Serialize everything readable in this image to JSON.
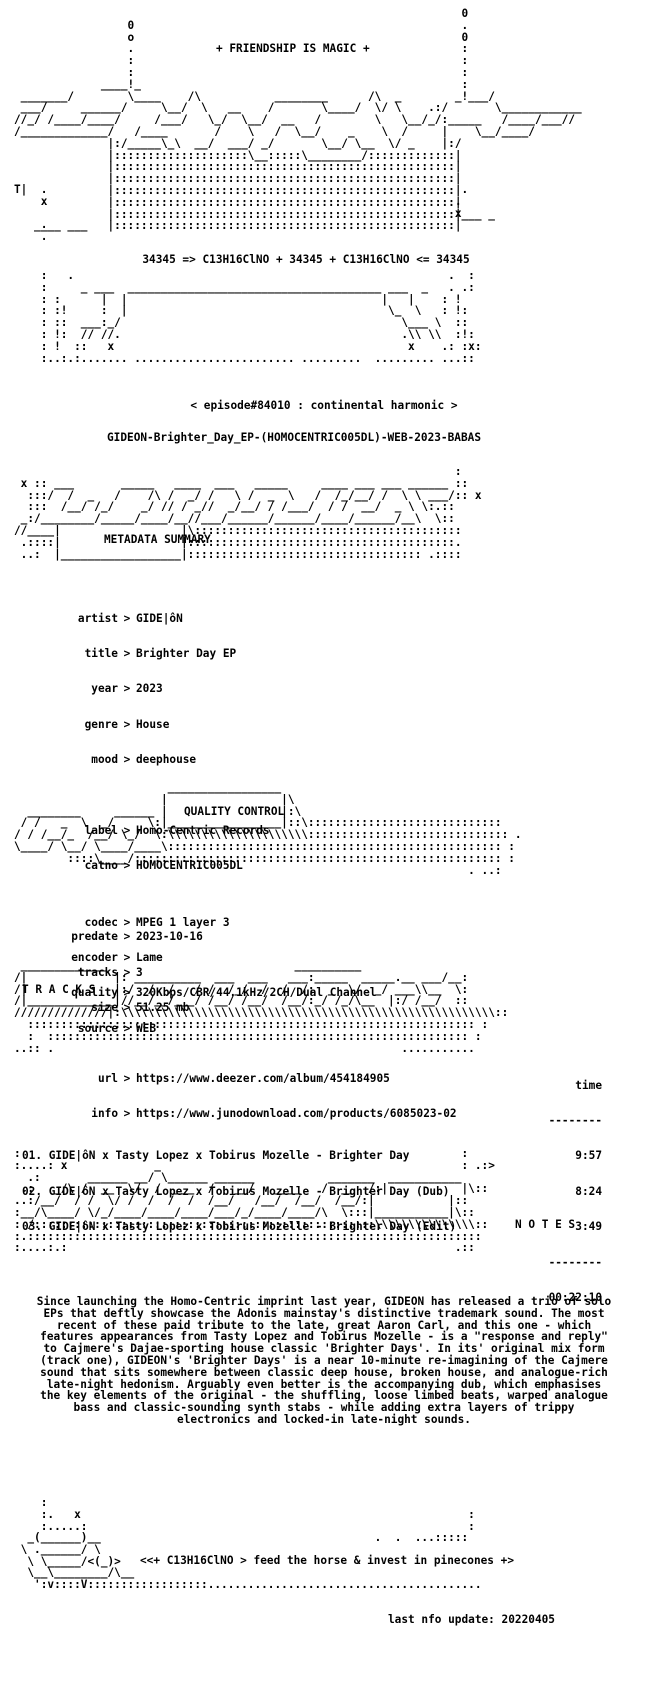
{
  "header": {
    "banner": "+ FRIENDSHIP IS MAGIC +",
    "formula": "34345 => C13H16ClNO + 34345 + C13H16ClNO <= 34345",
    "episode": "< episode#84010 : continental harmonic >",
    "release": "GIDEON-Brighter_Day_EP-(HOMOCENTRIC005DL)-WEB-2023-BABAS"
  },
  "sections": {
    "metadata": "METADATA SUMMARY",
    "quality": "QUALITY CONTROL",
    "tracks": "T R A C K S",
    "notes": "N O T E S"
  },
  "metadata": [
    {
      "key": "artist",
      "value": "GIDE|ôN"
    },
    {
      "key": "title",
      "value": "Brighter Day EP"
    },
    {
      "key": "year",
      "value": "2023"
    },
    {
      "key": "genre",
      "value": "House"
    },
    {
      "key": "mood",
      "value": "deephouse"
    },
    {
      "key": "label",
      "value": "Homo-Centric Records"
    },
    {
      "key": "catno",
      "value": "HOMOCENTRIC005DL"
    },
    {
      "key": "predate",
      "value": "2023-10-16"
    },
    {
      "key": "tracks",
      "value": "3"
    },
    {
      "key": "size",
      "value": "51.25 mb"
    },
    {
      "key": "url",
      "value": "https://www.deezer.com/album/454184905"
    },
    {
      "key": "info",
      "value": "https://www.junodownload.com/products/6085023-02"
    }
  ],
  "quality": [
    {
      "key": "codec",
      "value": "MPEG 1 layer 3"
    },
    {
      "key": "encoder",
      "value": "Lame"
    },
    {
      "key": "quality",
      "value": "320Kbps/CBR/44.1kHz/2CH/Dual Channel"
    },
    {
      "key": "source",
      "value": "WEB"
    }
  ],
  "tracklist": {
    "time_header": "time",
    "rule": "--------",
    "items": [
      {
        "name": "01. GIDE|ôN x Tasty Lopez x Tobirus Mozelle - Brighter Day",
        "time": "9:57"
      },
      {
        "name": "02. GIDE|ôN x Tasty Lopez x Tobirus Mozelle - Brighter Day (Dub)",
        "time": "8:24"
      },
      {
        "name": "03. GIDE|ôN x Tasty Lopez x Tobirus Mozelle - Brighter Day (Edit)",
        "time": "3:49"
      }
    ],
    "total": "00:22:10"
  },
  "notes_text": "Since launching the Homo-Centric imprint last year, GIDEON has released a trio of solo EPs that deftly showcase the Adonis mainstay's distinctive trademark sound. The most recent of these paid tribute to the late, great Aaron Carl, and this one - which features appearances from Tasty Lopez and Tobirus Mozelle - is a \"response and reply\" to Cajmere's Dajae-sporting house classic 'Brighter Days'. In its' original mix form (track one), GIDEON's 'Brighter Days' is a near 10-minute re-imagining of the Cajmere sound that sits somewhere between classic deep house, broken house, and analogue-rich late-night hedonism. Arguably even better is the accompanying dub, which emphasises the key elements of the original - the shuffling, loose limbed beats, warped analogue bass and classic-sounding synth stabs - while adding extra layers of trippy electronics and locked-in late-night sounds.",
  "footer": {
    "tagline": "<<+ C13H16ClNO > feed the horse & invest in pinecones +>",
    "last_update": "last nfo update: 20220405"
  }
}
